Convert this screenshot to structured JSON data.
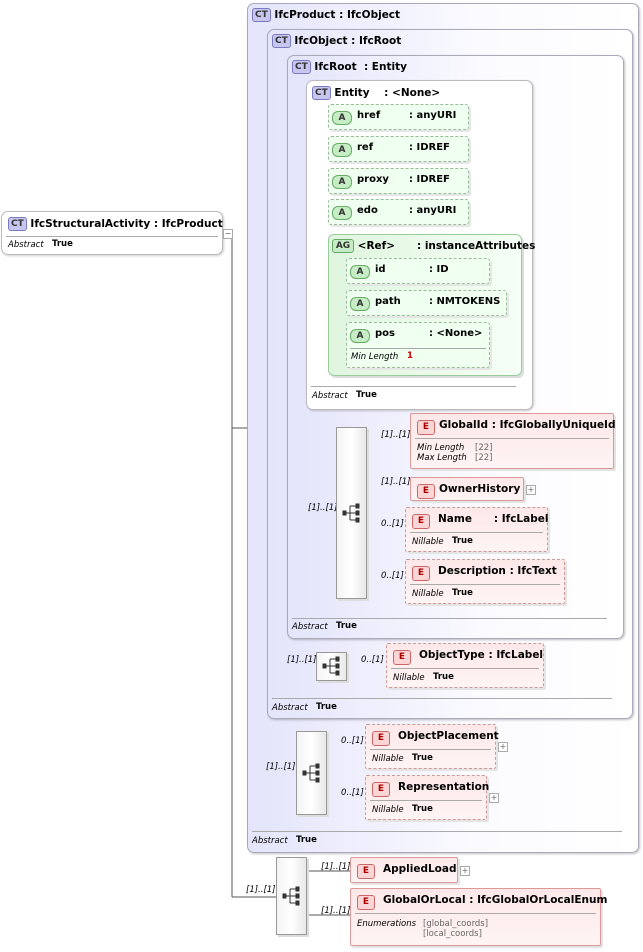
{
  "main": {
    "tag": "CT",
    "name": "IfcStructuralActivity",
    "type": ": IfcProduct",
    "prop_label": "Abstract",
    "prop_value": "True"
  },
  "ifc_product": {
    "tag": "CT",
    "name": "IfcProduct",
    "type": ": IfcObject",
    "abstract_label": "Abstract",
    "abstract_value": "True"
  },
  "ifc_object": {
    "tag": "CT",
    "name": "IfcObject",
    "type": ": IfcRoot",
    "abstract_label": "Abstract",
    "abstract_value": "True"
  },
  "ifc_root": {
    "tag": "CT",
    "name": "IfcRoot",
    "type": ": Entity",
    "abstract_label": "Abstract",
    "abstract_value": "True"
  },
  "entity": {
    "tag": "CT",
    "name": "Entity",
    "type": ": <None>",
    "abstract_label": "Abstract",
    "abstract_value": "True"
  },
  "attributes": [
    {
      "tag": "A",
      "name": "href",
      "type": ": anyURI"
    },
    {
      "tag": "A",
      "name": "ref",
      "type": ": IDREF"
    },
    {
      "tag": "A",
      "name": "proxy",
      "type": ": IDREF"
    },
    {
      "tag": "A",
      "name": "edo",
      "type": ": anyURI"
    }
  ],
  "attr_group": {
    "tag": "AG",
    "name": "<Ref>",
    "type": ": instanceAttributes",
    "items": [
      {
        "tag": "A",
        "name": "id",
        "type": ": ID"
      },
      {
        "tag": "A",
        "name": "path",
        "type": ": NMTOKENS"
      },
      {
        "tag": "A",
        "name": "pos",
        "type": ": <None>",
        "prop_label": "Min Length",
        "prop_value": "1"
      }
    ]
  },
  "root_elements": {
    "seq_card": "[1]..[1]",
    "items": [
      {
        "tag": "E",
        "name": "GlobalId",
        "type": ": IfcGloballyUniqueId",
        "card": "[1]..[1]",
        "props": [
          {
            "label": "Min Length",
            "value": "[22]"
          },
          {
            "label": "Max Length",
            "value": "[22]"
          }
        ]
      },
      {
        "tag": "E",
        "name": "OwnerHistory",
        "card": "[1]..[1]",
        "expand": "+"
      },
      {
        "tag": "E",
        "name": "Name",
        "type": ": IfcLabel",
        "card": "0..[1]",
        "prop_label": "Nillable",
        "prop_value": "True"
      },
      {
        "tag": "E",
        "name": "Description",
        "type": ": IfcText",
        "card": "0..[1]",
        "prop_label": "Nillable",
        "prop_value": "True"
      }
    ]
  },
  "object_elements": {
    "seq_card": "[1]..[1]",
    "items": [
      {
        "tag": "E",
        "name": "ObjectType",
        "type": ": IfcLabel",
        "card": "0..[1]",
        "prop_label": "Nillable",
        "prop_value": "True"
      }
    ]
  },
  "product_elements": {
    "seq_card": "[1]..[1]",
    "items": [
      {
        "tag": "E",
        "name": "ObjectPlacement",
        "card": "0..[1]",
        "prop_label": "Nillable",
        "prop_value": "True",
        "expand": "+"
      },
      {
        "tag": "E",
        "name": "Representation",
        "card": "0..[1]",
        "prop_label": "Nillable",
        "prop_value": "True",
        "expand": "+"
      }
    ]
  },
  "activity_elements": {
    "seq_card": "[1]..[1]",
    "items": [
      {
        "tag": "E",
        "name": "AppliedLoad",
        "card": "[1]..[1]",
        "expand": "+"
      },
      {
        "tag": "E",
        "name": "GlobalOrLocal",
        "type": ": IfcGlobalOrLocalEnum",
        "card": "[1]..[1]",
        "prop_label": "Enumerations",
        "values": [
          "[global_coords]",
          "[local_coords]"
        ]
      }
    ]
  },
  "colors": {
    "ct_fill": "#e4e4fb",
    "ct_border": "#aab",
    "attr_fill": "#effff0",
    "element_fill": "#fde8e8",
    "connector": "#555555"
  }
}
